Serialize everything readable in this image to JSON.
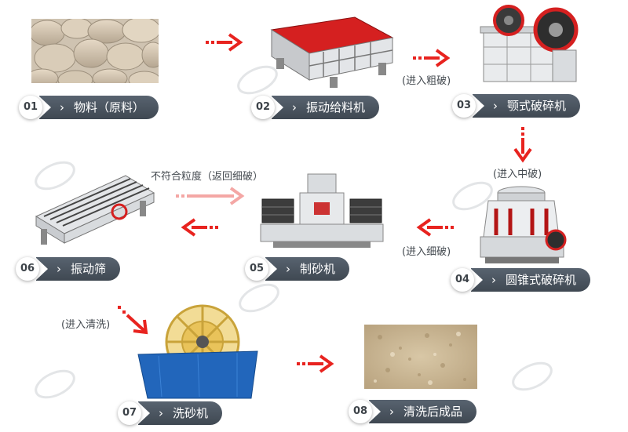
{
  "steps": [
    {
      "number": "01",
      "label": "物料（原料）"
    },
    {
      "number": "02",
      "label": "振动给料机"
    },
    {
      "number": "03",
      "label": "颚式破碎机"
    },
    {
      "number": "04",
      "label": "圆锥式破碎机"
    },
    {
      "number": "05",
      "label": "制砂机"
    },
    {
      "number": "06",
      "label": "振动筛"
    },
    {
      "number": "07",
      "label": "洗砂机"
    },
    {
      "number": "08",
      "label": "清洗后成品"
    }
  ],
  "notes": {
    "to_coarse": "(进入粗破)",
    "to_medium": "(进入中破)",
    "to_fine": "(进入细破)",
    "return_fine": "不符合粒度（返回细破）",
    "to_wash": "(进入清洗)"
  },
  "colors": {
    "arrow": "#e8231f",
    "arrow_faded": "#f4a7a5",
    "pill": "#4b5560",
    "feeder": "#d52020",
    "washer_tank": "#2266bb",
    "wheel": "#e9c35a"
  },
  "icons": [
    "rock-pile-icon",
    "vibrating-feeder-icon",
    "jaw-crusher-icon",
    "cone-crusher-icon",
    "sand-maker-icon",
    "vibrating-screen-icon",
    "sand-washer-icon",
    "sand-product-icon"
  ]
}
